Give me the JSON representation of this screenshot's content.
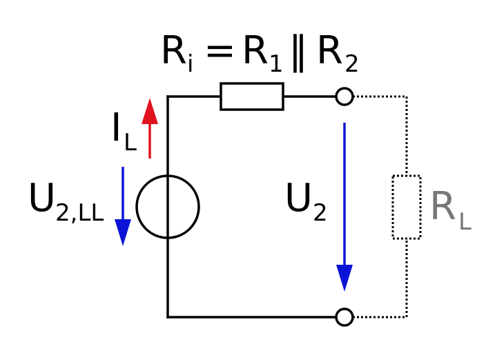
{
  "labels": {
    "formula": {
      "r": "R",
      "i_sub": "i",
      "eq": "=",
      "r1": "R",
      "one_sub": "1",
      "par": "‖",
      "r2": "R",
      "two_sub": "2"
    },
    "current": {
      "main": "I",
      "sub": "L"
    },
    "source_voltage": {
      "main": "U",
      "sub": "2,LL"
    },
    "output_voltage": {
      "main": "U",
      "sub": "2"
    },
    "load": {
      "main": "R",
      "sub": "L"
    }
  },
  "colors": {
    "wire": "#000000",
    "current_arrow": "#e0141e",
    "voltage_arrow": "#0b14d6",
    "load": "#777777",
    "text": "#000000"
  }
}
